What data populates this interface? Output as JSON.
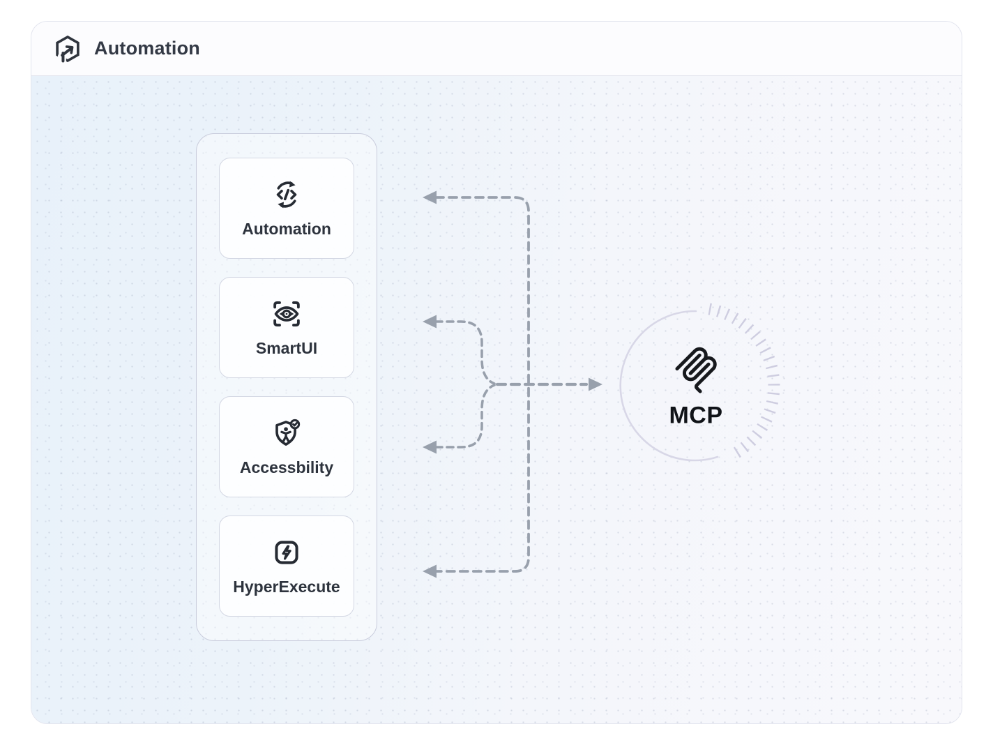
{
  "header": {
    "title": "Automation",
    "logo_icon": "lambdatest-logo"
  },
  "panel": {
    "items": [
      {
        "label": "Automation",
        "icon": "code-sync-icon"
      },
      {
        "label": "SmartUI",
        "icon": "eye-scan-icon"
      },
      {
        "label": "Accessbility",
        "icon": "shield-accessibility-icon"
      },
      {
        "label": "HyperExecute",
        "icon": "lightning-square-icon"
      }
    ]
  },
  "mcp": {
    "label": "MCP",
    "icon": "mcp-logo"
  },
  "diagram": {
    "connections": [
      "mcp-to-automation",
      "mcp-to-smartui",
      "mcp-to-accessbility",
      "mcp-to-hyperexecute",
      "branches-to-mcp"
    ]
  },
  "colors": {
    "dash_gray": "#98a0ac",
    "ring_solid": "#d8d7e7",
    "ring_ticks": "#cecde0",
    "ink": "#262b33",
    "bg_left": "#e8f1fa",
    "bg_right": "#f8f8fc"
  }
}
